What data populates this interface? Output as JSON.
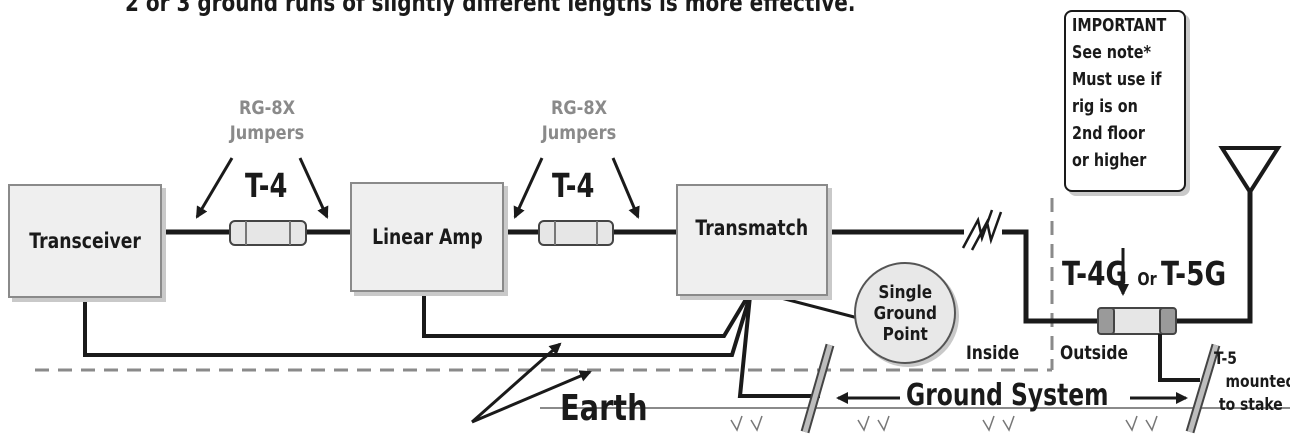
{
  "header_note": "2 or 3 ground runs of slightly different lengths is more effective.",
  "boxes": {
    "transceiver": "Transceiver",
    "linear_amp": "Linear Amp",
    "transmatch": "Transmatch"
  },
  "jumpers": {
    "left": [
      "RG-8X",
      "Jumpers"
    ],
    "right": [
      "RG-8X",
      "Jumpers"
    ]
  },
  "arrestor_labels": {
    "left": "T-4",
    "right": "T-4",
    "outside_a": "T-4G",
    "outside_or": "Or",
    "outside_b": "T-5G"
  },
  "important_note": [
    "IMPORTANT",
    "See note*",
    "Must use if",
    "rig is on",
    "2nd floor",
    "or higher"
  ],
  "single_ground_point": [
    "Single",
    "Ground",
    "Point"
  ],
  "labels": {
    "inside": "Inside",
    "outside": "Outside",
    "earth": "Earth",
    "ground_system": "Ground System",
    "t5_note": [
      "T-5",
      "mounted",
      "to stake"
    ]
  }
}
